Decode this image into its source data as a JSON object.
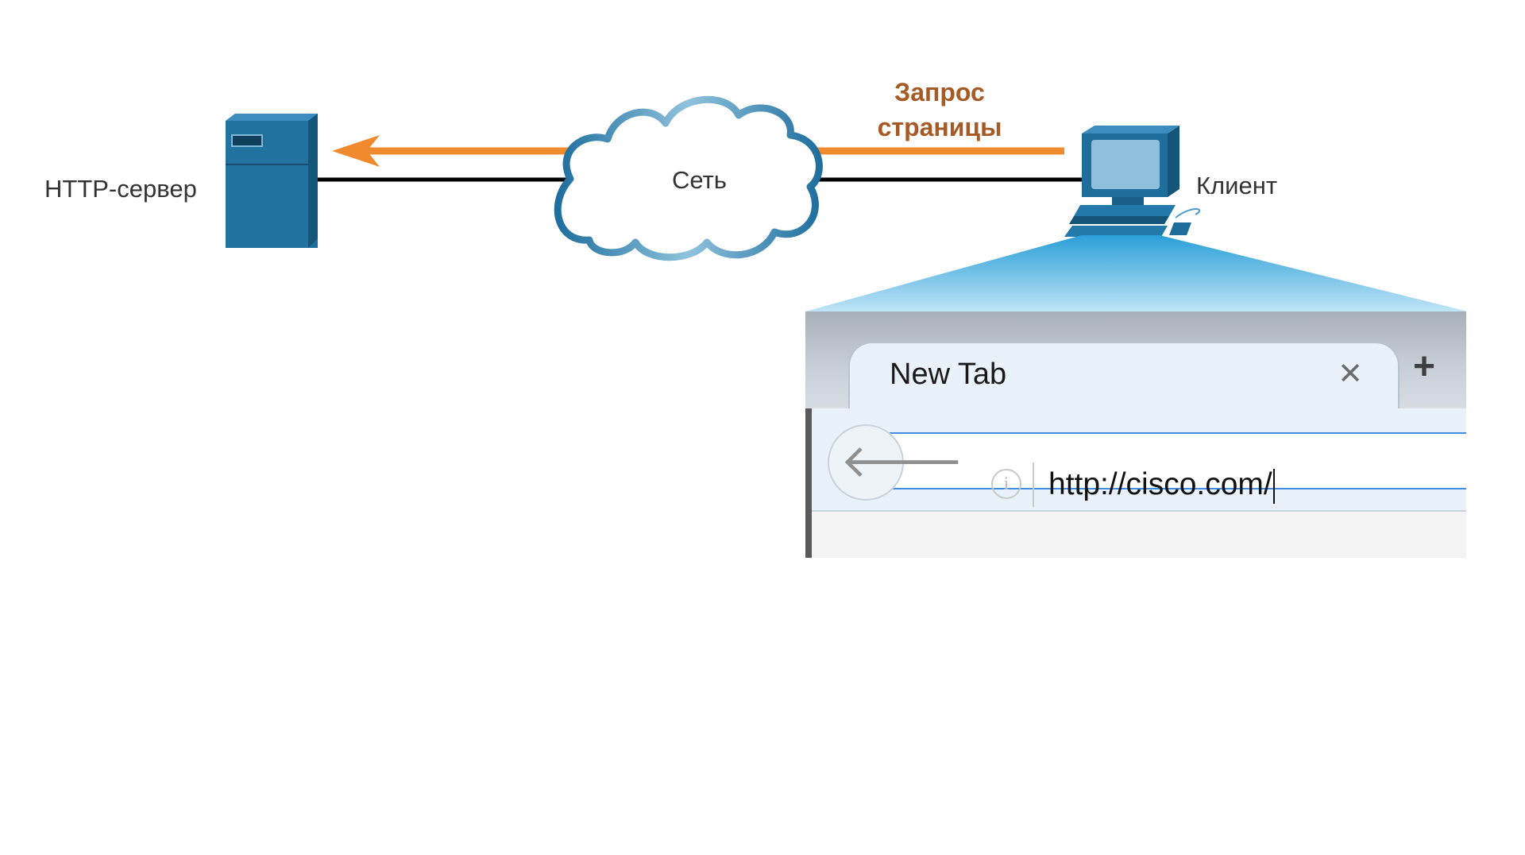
{
  "labels": {
    "server": "HTTP-сервер",
    "network": "Сеть",
    "client": "Клиент",
    "request": "Запрос\nстраницы"
  },
  "browser": {
    "tab_title": "New Tab",
    "close_icon": "close-icon",
    "new_tab_icon": "plus-icon",
    "back_icon": "back-arrow-icon",
    "info_icon": "info-icon",
    "url": "http://cisco.com/"
  },
  "colors": {
    "request_arrow": "#f08a2c",
    "request_text": "#a65a25",
    "device_blue": "#1f6d9b",
    "cloud_stroke": "#2b7aa8",
    "link_line": "#000000",
    "zoom_beam": "#3aa9de",
    "url_focus": "#3f8fe0"
  }
}
